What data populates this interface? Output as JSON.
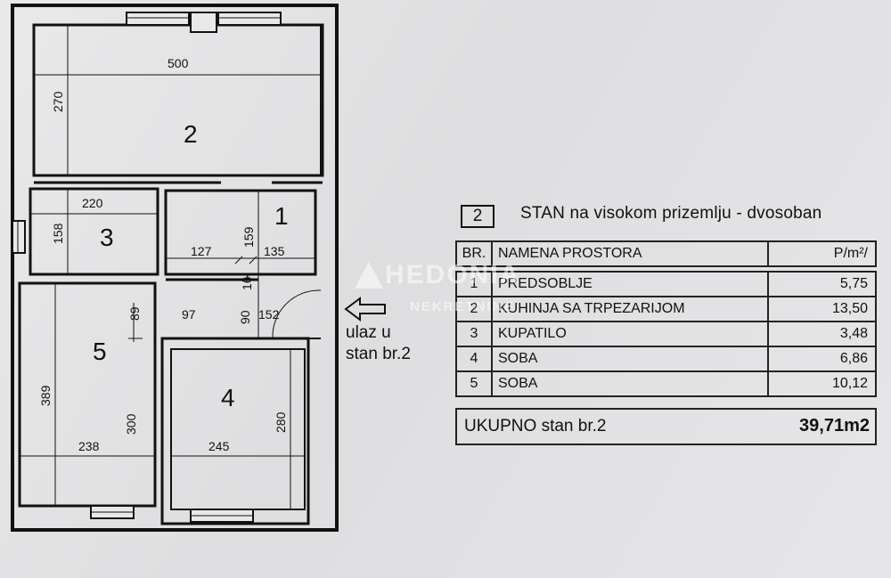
{
  "plan": {
    "rooms": [
      {
        "number": "1",
        "dims": [
          "159",
          "135",
          "127"
        ]
      },
      {
        "number": "2",
        "dims": [
          "500",
          "270"
        ]
      },
      {
        "number": "3",
        "dims": [
          "220",
          "158"
        ]
      },
      {
        "number": "4",
        "dims": [
          "245",
          "280"
        ]
      },
      {
        "number": "5",
        "dims": [
          "389",
          "238",
          "300",
          "89"
        ]
      }
    ],
    "other_dims": [
      "97",
      "90",
      "152",
      "16"
    ],
    "entry_label_line1": "ulaz u",
    "entry_label_line2": "stan br.2"
  },
  "legend": {
    "number": "2",
    "title": "STAN na visokom prizemlju - dvosoban",
    "headers": {
      "br": "BR.",
      "name": "NAMENA PROSTORA",
      "area": "P/m²/"
    },
    "rows": [
      {
        "br": "1",
        "name": "PREDSOBLJE",
        "area": "5,75"
      },
      {
        "br": "2",
        "name": "KUHINJA SA TRPEZARIJOM",
        "area": "13,50"
      },
      {
        "br": "3",
        "name": "KUPATILO",
        "area": "3,48"
      },
      {
        "br": "4",
        "name": "SOBA",
        "area": "6,86"
      },
      {
        "br": "5",
        "name": "SOBA",
        "area": "10,12"
      }
    ],
    "total_label": "UKUPNO stan br.2",
    "total_value": "39,71m2"
  },
  "watermark": {
    "line1": "HEDONIA",
    "line2": "NEKRETNINE"
  }
}
